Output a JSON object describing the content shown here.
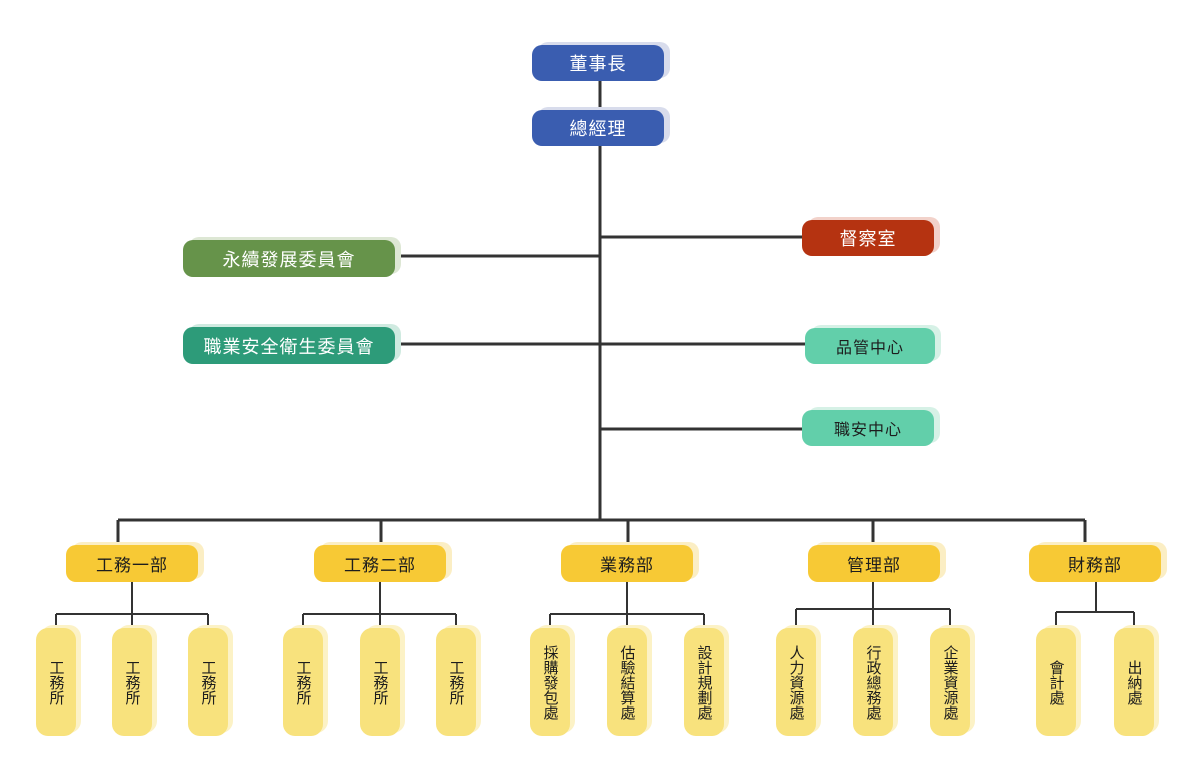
{
  "chairman": "董事長",
  "gm": "總經理",
  "staff_left": [
    "永續發展委員會",
    "職業安全衛生委員會"
  ],
  "staff_right": [
    "督察室",
    "品管中心",
    "職安中心"
  ],
  "departments": [
    {
      "name": "工務一部",
      "units": [
        "工務所",
        "工務所",
        "工務所"
      ]
    },
    {
      "name": "工務二部",
      "units": [
        "工務所",
        "工務所",
        "工務所"
      ]
    },
    {
      "name": "業務部",
      "units": [
        "採購發包處",
        "估驗結算處",
        "設計規劃處"
      ]
    },
    {
      "name": "管理部",
      "units": [
        "人力資源處",
        "行政總務處",
        "企業資源處"
      ]
    },
    {
      "name": "財務部",
      "units": [
        "會計處",
        "出納處"
      ]
    }
  ],
  "colors": {
    "executive": "#3a5db0",
    "audit": "#b53311",
    "sustainability": "#66934a",
    "safety_committee": "#2d9b79",
    "centers": "#62cfaa",
    "department": "#f7c935",
    "unit": "#f8e27d",
    "connector": "#333333"
  }
}
